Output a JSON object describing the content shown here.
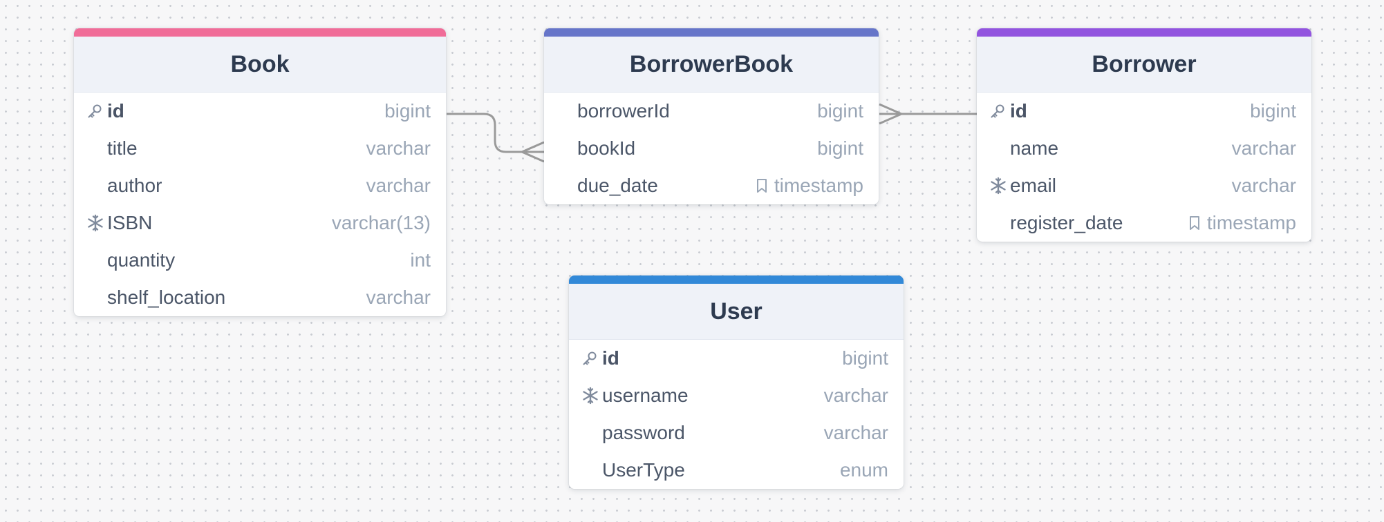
{
  "colors": {
    "book_accent": "#f06c98",
    "borrowerbook_accent": "#6675c9",
    "borrower_accent": "#9254df",
    "user_accent": "#3289d8",
    "connector": "#9a9a9a"
  },
  "tables": {
    "book": {
      "title": "Book",
      "fields": [
        {
          "name": "id",
          "type": "bigint",
          "icon": "key-icon"
        },
        {
          "name": "title",
          "type": "varchar",
          "icon": ""
        },
        {
          "name": "author",
          "type": "varchar",
          "icon": ""
        },
        {
          "name": "ISBN",
          "type": "varchar(13)",
          "icon": "unique-icon"
        },
        {
          "name": "quantity",
          "type": "int",
          "icon": ""
        },
        {
          "name": "shelf_location",
          "type": "varchar",
          "icon": ""
        }
      ]
    },
    "borrowerbook": {
      "title": "BorrowerBook",
      "fields": [
        {
          "name": "borrowerId",
          "type": "bigint",
          "icon": ""
        },
        {
          "name": "bookId",
          "type": "bigint",
          "icon": ""
        },
        {
          "name": "due_date",
          "type": "timestamp",
          "icon": "",
          "type_icon": "bookmark-icon"
        }
      ]
    },
    "borrower": {
      "title": "Borrower",
      "fields": [
        {
          "name": "id",
          "type": "bigint",
          "icon": "key-icon"
        },
        {
          "name": "name",
          "type": "varchar",
          "icon": ""
        },
        {
          "name": "email",
          "type": "varchar",
          "icon": "unique-icon"
        },
        {
          "name": "register_date",
          "type": "timestamp",
          "icon": "",
          "type_icon": "bookmark-icon"
        }
      ]
    },
    "user": {
      "title": "User",
      "fields": [
        {
          "name": "id",
          "type": "bigint",
          "icon": "key-icon"
        },
        {
          "name": "username",
          "type": "varchar",
          "icon": "unique-icon"
        },
        {
          "name": "password",
          "type": "varchar",
          "icon": ""
        },
        {
          "name": "UserType",
          "type": "enum",
          "icon": ""
        }
      ]
    }
  },
  "relationships": [
    {
      "from": "Book.id",
      "to": "BorrowerBook.bookId",
      "cardinality": "one-to-many"
    },
    {
      "from": "Borrower.id",
      "to": "BorrowerBook.borrowerId",
      "cardinality": "one-to-many"
    }
  ]
}
